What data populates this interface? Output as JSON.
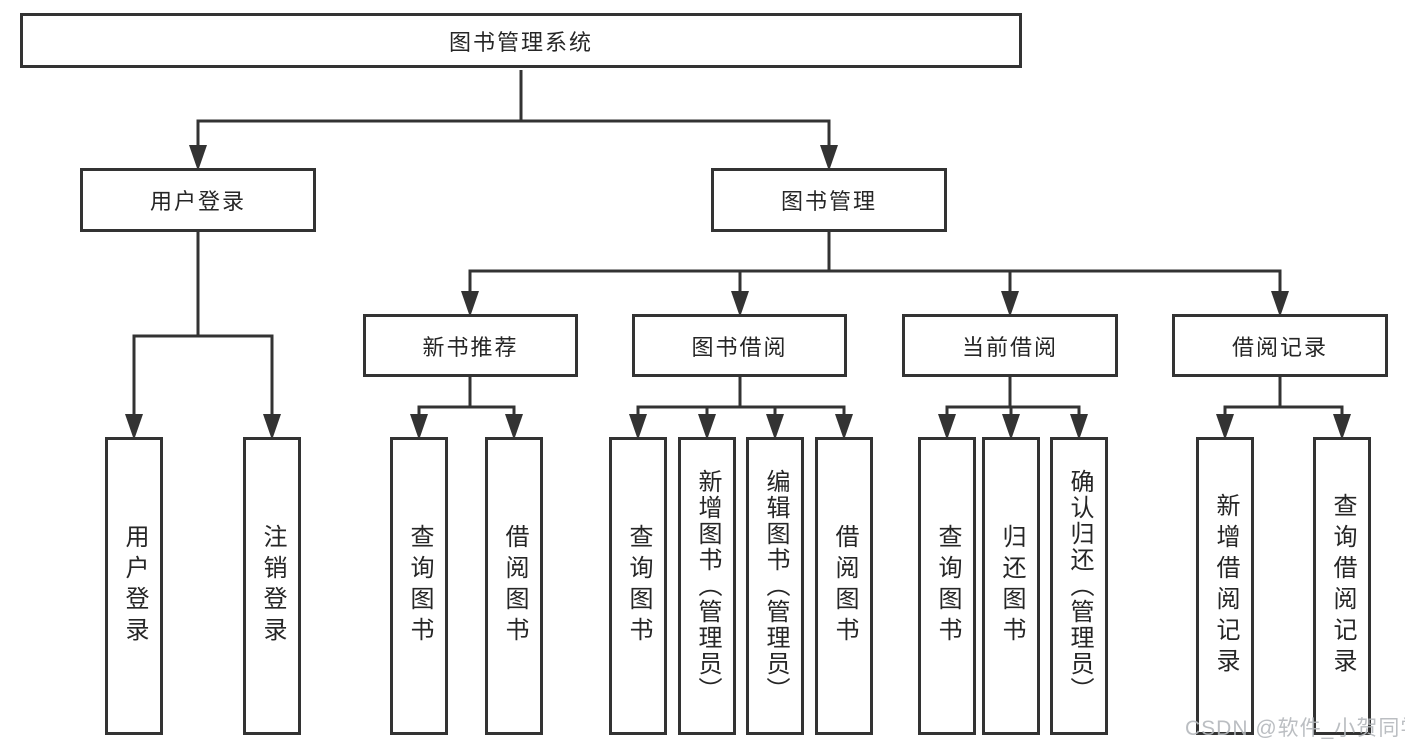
{
  "diagram": {
    "colors": {
      "line": "#333333",
      "text": "#262626",
      "box_background": "#ffffff",
      "watermark": "#b4b8bc"
    },
    "tree": {
      "label": "图书管理系统",
      "children": [
        {
          "label": "用户登录",
          "children": [
            {
              "label": "用户登录"
            },
            {
              "label": "注销登录"
            }
          ]
        },
        {
          "label": "图书管理",
          "children": [
            {
              "label": "新书推荐",
              "children": [
                {
                  "label": "查询图书"
                },
                {
                  "label": "借阅图书"
                }
              ]
            },
            {
              "label": "图书借阅",
              "children": [
                {
                  "label": "查询图书"
                },
                {
                  "label": "新增图书（管理员）"
                },
                {
                  "label": "编辑图书（管理员）"
                },
                {
                  "label": "借阅图书"
                }
              ]
            },
            {
              "label": "当前借阅",
              "children": [
                {
                  "label": "查询图书"
                },
                {
                  "label": "归还图书"
                },
                {
                  "label": "确认归还（管理员）"
                }
              ]
            },
            {
              "label": "借阅记录",
              "children": [
                {
                  "label": "新增借阅记录"
                },
                {
                  "label": "查询借阅记录"
                }
              ]
            }
          ]
        }
      ]
    },
    "watermark": {
      "text": "CSDN @软件_小贺同学"
    }
  }
}
